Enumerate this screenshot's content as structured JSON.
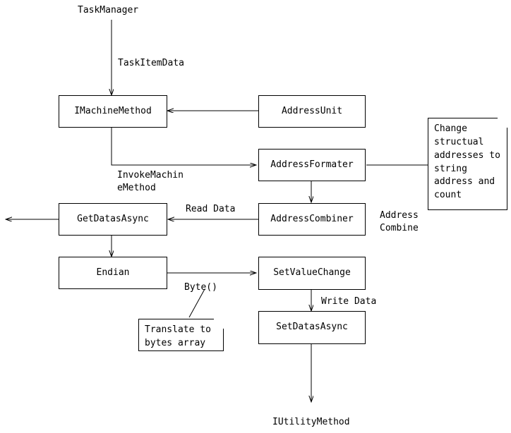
{
  "diagram": {
    "title_text": "TaskManager",
    "nodes": [
      {
        "id": "imachinemethod",
        "label": "IMachineMethod"
      },
      {
        "id": "addressunit",
        "label": "AddressUnit"
      },
      {
        "id": "addressformater",
        "label": "AddressFormater"
      },
      {
        "id": "getdatasasync",
        "label": "GetDatasAsync"
      },
      {
        "id": "addresscombiner",
        "label": "AddressCombiner"
      },
      {
        "id": "endian",
        "label": "Endian"
      },
      {
        "id": "setvaluechange",
        "label": "SetValueChange"
      },
      {
        "id": "setdatasasync",
        "label": "SetDatasAsync"
      }
    ],
    "notes": [
      {
        "id": "note-change-structural",
        "text": "Change\nstructual\naddresses to\nstring\naddress and\ncount"
      },
      {
        "id": "note-translate-bytes",
        "text": "Translate to\nbytes array"
      }
    ],
    "free_labels": [
      {
        "id": "label-taskmanager",
        "text": "TaskManager"
      },
      {
        "id": "label-taskitemdata",
        "text": "TaskItemData"
      },
      {
        "id": "label-invokemachinemethod",
        "text": "InvokeMachin\neMethod"
      },
      {
        "id": "label-read-data",
        "text": "Read Data"
      },
      {
        "id": "label-address-combine",
        "text": "Address\nCombine"
      },
      {
        "id": "label-byte",
        "text": "Byte()"
      },
      {
        "id": "label-write-data",
        "text": "Write Data"
      },
      {
        "id": "label-iutilitymethod",
        "text": "IUtilityMethod"
      }
    ],
    "stroke_color": "#000000",
    "background_color": "#ffffff"
  }
}
